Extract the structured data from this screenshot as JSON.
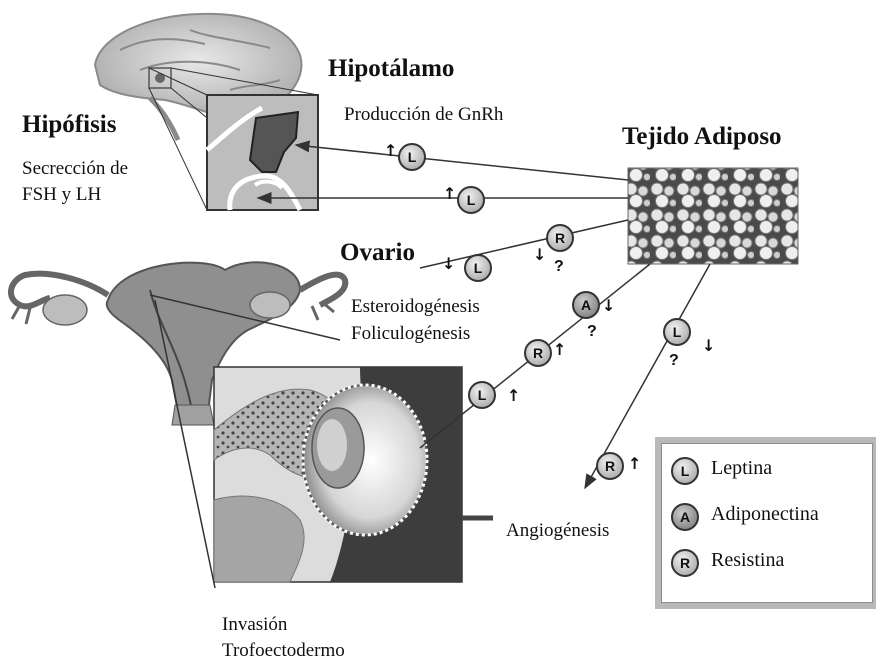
{
  "labels": {
    "hipotalamo": "Hipotálamo",
    "gnrh": "Producción de GnRh",
    "hipofisis": "Hipófisis",
    "secreccion_line1": "Secrección de",
    "secreccion_line2": "FSH y LH",
    "tejido": "Tejido Adiposo",
    "ovario": "Ovario",
    "esteroido": "Esteroidogénesis",
    "foliculo": "Foliculogénesis",
    "angio": "Angiogénesis",
    "invasion_line1": "Invasión",
    "invasion_line2": "Trofoectodermo"
  },
  "badges": {
    "L": "L",
    "A": "A",
    "R": "R",
    "up": "↑",
    "down": "↓",
    "question": "?"
  },
  "legend": {
    "items": [
      {
        "letter": "L",
        "name": "Leptina"
      },
      {
        "letter": "A",
        "name": "Adiponectina"
      },
      {
        "letter": "R",
        "name": "Resistina"
      }
    ]
  },
  "colors": {
    "line": "#333333",
    "badge_fill": "#bdbdbd",
    "legend_border": "#b9b9b9"
  }
}
